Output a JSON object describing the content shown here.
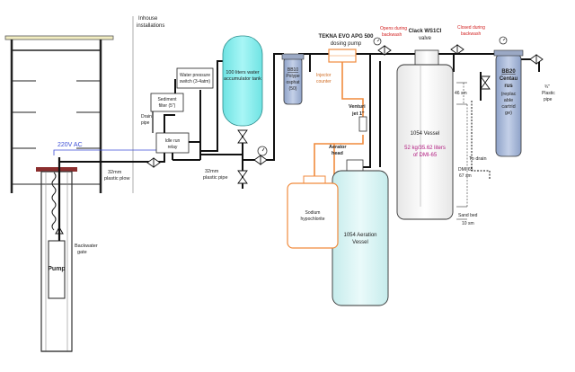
{
  "labels": {
    "inhouse_line1": "Inhouse",
    "inhouse_line2": "installations",
    "water_pressure_line1": "Water pressure",
    "water_pressure_line2": "switch (3-4atm)",
    "sediment_line1": "Sediment",
    "sediment_line2": "filter (5\")",
    "drain_line1": "Drain",
    "drain_line2": "pipe",
    "idle_line1": "Idle run",
    "idle_line2": "relay",
    "ac": "220V AC",
    "plow_line1": "32mm",
    "plow_line2": "plastic plow",
    "pipe32_line1": "32mm",
    "pipe32_line2": "plastic pipe",
    "accumulator_line1": "100 liters water",
    "accumulator_line2": "accumulator tank",
    "bb10_line1": "BB10",
    "bb10_line2": "Polype",
    "bb10_line3": "osphat",
    "bb10_line4": "(50)",
    "pump_title_line1": "TEKNA EVO APG 500",
    "pump_title_line2": "dosing pump",
    "injector_line1": "Injector",
    "injector_line2": "counter",
    "opens_line1": "Opens during",
    "opens_line2": "backwash",
    "clack_line1": "Clack WS1CI",
    "clack_line2": "valve",
    "closed_line1": "Closed during",
    "closed_line2": "backwash",
    "bb20_line1": "BB20",
    "bb20_line2": "Centau",
    "bb20_line3": "rus",
    "bb20_line4": "(replac",
    "bb20_line5": "able",
    "bb20_line6": "cartrid",
    "bb20_line7": "ge)",
    "plastic_line1": "¾\"",
    "plastic_line2": "Plastic",
    "plastic_line3": "pipe",
    "venturi_line1": "Venturi",
    "venturi_line2": "jet 1\"",
    "vessel_title": "1054 Vessel",
    "vessel_media_line1": "52 kg/35.62 liters",
    "vessel_media_line2": "of DMI-65",
    "dim_46": "46 sm",
    "to_drain": "To drain",
    "dmi_line1": "DMI-65",
    "dmi_line2": "67 sm",
    "sandbed_line1": "Sand bed",
    "sandbed_line2": "10 sm",
    "aerator_line1": "Aerator",
    "aerator_line2": "head",
    "hypo_line1": "Sodium",
    "hypo_line2": "hypochlorite",
    "aeration_line1": "1054 Aeration",
    "aeration_line2": "Vessel",
    "pump": "Pump",
    "backwater_line1": "Backwater",
    "backwater_line2": "gate"
  },
  "colors": {
    "pipe": "#111111",
    "chemical_line": "#f08a3c",
    "power_line": "#3d4fd6",
    "accumulator_fill": "#8ff0f0",
    "vessel_fill": "#d9f4f4",
    "filter_fill": "#a9b9d6",
    "well_cap": "#8b2e2e",
    "valve_note": "#d21e1e",
    "media_text": "#b0187e"
  }
}
